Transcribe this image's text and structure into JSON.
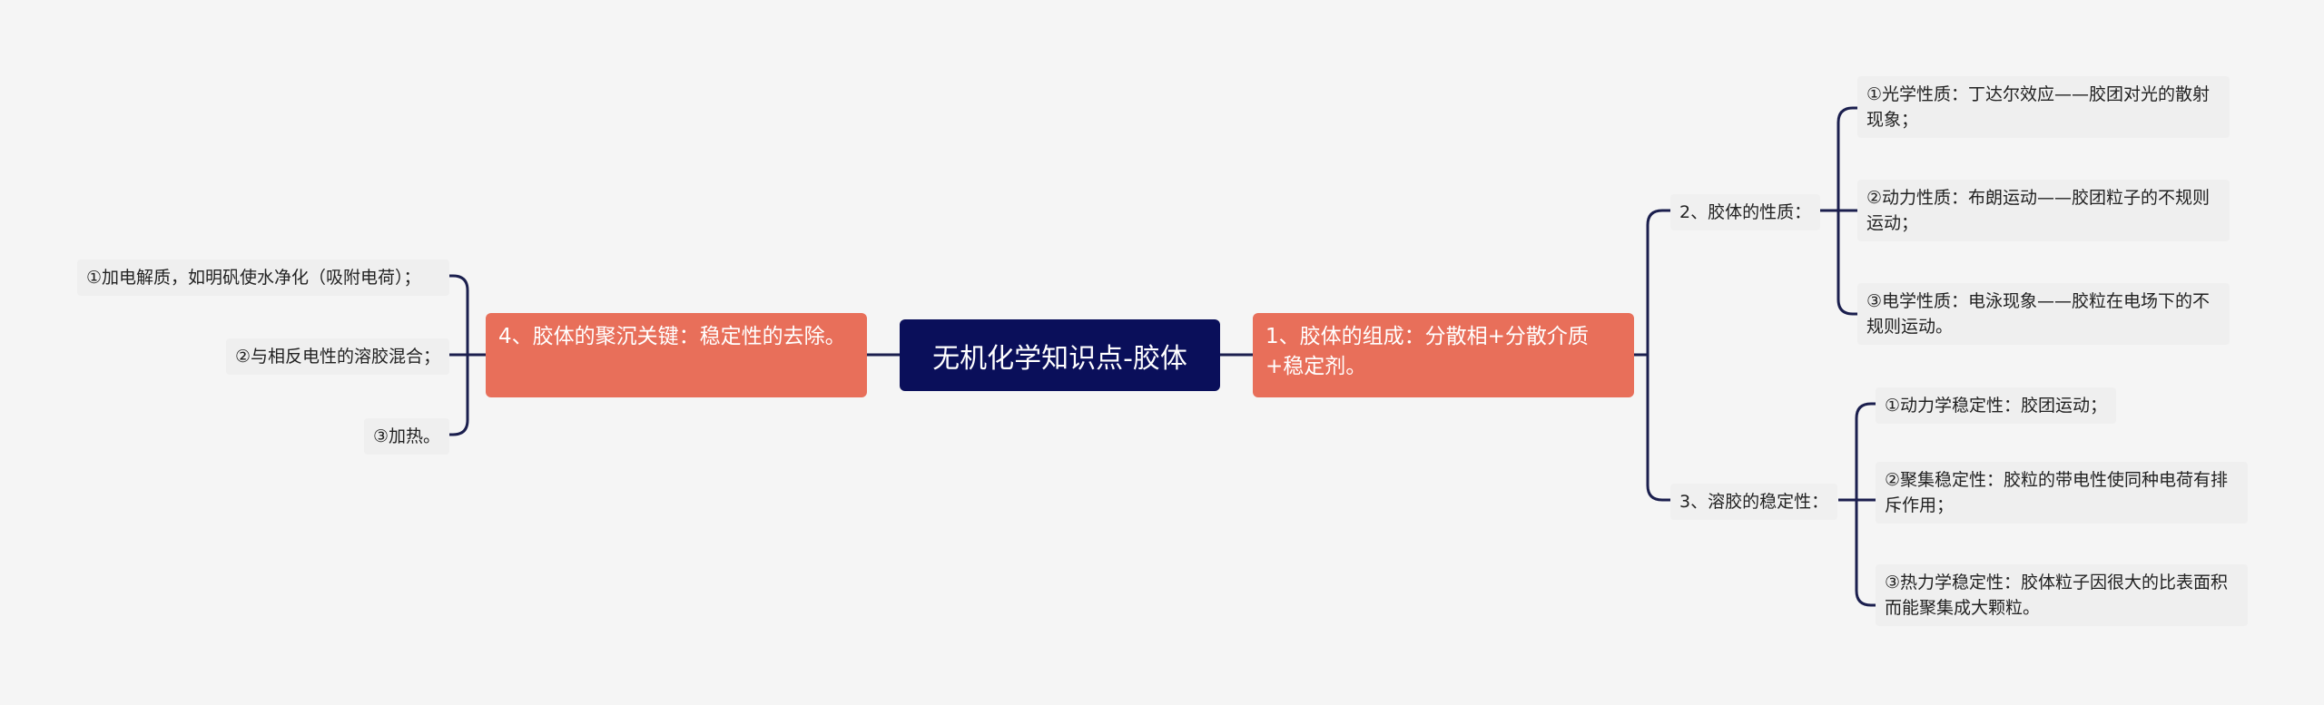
{
  "root": {
    "label": "无机化学知识点-胶体"
  },
  "right_branch": {
    "label": "1、胶体的组成：分散相+分散介质+稳定剂。",
    "children": [
      {
        "label": "2、胶体的性质：",
        "children": [
          "①光学性质：丁达尔效应——胶团对光的散射现象；",
          "②动力性质：布朗运动——胶团粒子的不规则运动；",
          "③电学性质：电泳现象——胶粒在电场下的不规则运动。"
        ]
      },
      {
        "label": "3、溶胶的稳定性：",
        "children": [
          "①动力学稳定性：胶团运动；",
          "②聚集稳定性：胶粒的带电性使同种电荷有排斥作用；",
          "③热力学稳定性：胶体粒子因很大的比表面积而能聚集成大颗粒。"
        ]
      }
    ]
  },
  "left_branch": {
    "label": "4、胶体的聚沉关键：稳定性的去除。",
    "children": [
      "①加电解质，如明矾使水净化（吸附电荷）；",
      "②与相反电性的溶胶混合；",
      "③加热。"
    ]
  },
  "colors": {
    "root_bg": "#0a0f5a",
    "branch_bg": "#e86f5a",
    "line": "#1b1f4e"
  }
}
